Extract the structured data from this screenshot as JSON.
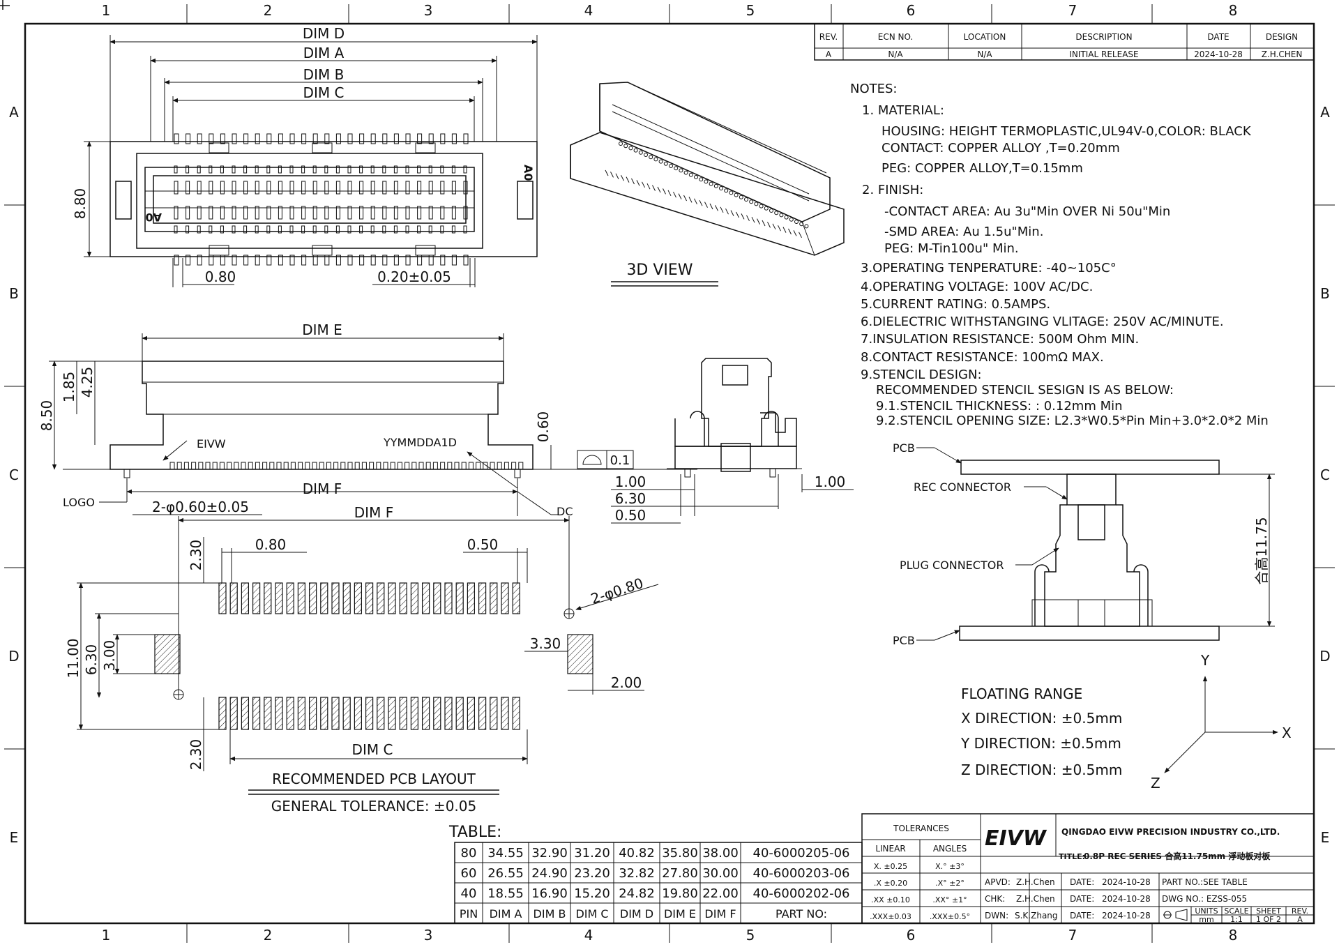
{
  "grid": {
    "cols": [
      "1",
      "2",
      "3",
      "4",
      "5",
      "6",
      "7",
      "8"
    ],
    "rows": [
      "A",
      "B",
      "C",
      "D",
      "E"
    ]
  },
  "revision": {
    "headers": [
      "REV.",
      "ECN NO.",
      "LOCATION",
      "DESCRIPTION",
      "DATE",
      "DESIGN"
    ],
    "row": [
      "A",
      "N/A",
      "N/A",
      "INITIAL RELEASE",
      "2024-10-28",
      "Z.H.CHEN"
    ]
  },
  "notes": {
    "title": "NOTES:",
    "lines": [
      "1. MATERIAL:",
      "HOUSING: HEIGHT TERMOPLASTIC,UL94V-0,COLOR: BLACK",
      "CONTACT: COPPER ALLOY ,T=0.20mm",
      "PEG: COPPER ALLOY,T=0.15mm",
      "2. FINISH:",
      "-CONTACT AREA: Au 3u\"Min OVER Ni 50u\"Min",
      "-SMD AREA: Au 1.5u\"Min.",
      "PEG: M-Tin100u\" Min.",
      "3.OPERATING TENPERATURE: -40~105C°",
      "4.OPERATING VOLTAGE: 100V AC/DC.",
      "5.CURRENT RATING: 0.5AMPS.",
      "6.DIELECTRIC WITHSTANGING VLITAGE: 250V AC/MINUTE.",
      "7.INSULATION RESISTANCE: 500M Ohm MIN.",
      "8.CONTACT RESISTANCE: 100mΩ MAX.",
      "9.STENCIL DESIGN:",
      "RECOMMENDED STENCIL SESIGN IS AS BELOW:",
      "9.1.STENCIL THICKNESS: : 0.12mm Min",
      "9.2.STENCIL OPENING SIZE: L2.3*W0.5*Pin Min+3.0*2.0*2 Min"
    ]
  },
  "top_view": {
    "dims": [
      "DIM D",
      "DIM A",
      "DIM B",
      "DIM C"
    ],
    "height": "8.80",
    "pitch": "0.80",
    "width": "0.20±0.05",
    "mark_a": "A0",
    "mark_b": "A0"
  },
  "view_3d": {
    "label": "3D VIEW"
  },
  "side_view": {
    "dim_e": "DIM E",
    "dim_f1": "DIM F",
    "dim_f2": "DIM F",
    "h1": "8.50",
    "h2": "1.85",
    "h3": "4.25",
    "h4": "0.60",
    "logo_text": "EIVW",
    "date_code": "YYMMDDA1D",
    "logo_label": "LOGO",
    "peg": "2-φ0.60±0.05",
    "dc": "DC",
    "flatness": "0.1"
  },
  "end_view": {
    "d1": "1.00",
    "d2": "6.30",
    "d3": "0.50",
    "d4": "1.00"
  },
  "pcb_layout": {
    "d230a": "2.30",
    "d080": "0.80",
    "d050": "0.50",
    "hole": "2-φ0.80",
    "d1100": "11.00",
    "d630": "6.30",
    "d300": "3.00",
    "d330": "3.30",
    "d200": "2.00",
    "d230b": "2.30",
    "dim_c": "DIM C",
    "title": "RECOMMENDED PCB LAYOUT",
    "tolerance": "GENERAL TOLERANCE: ±0.05"
  },
  "stack": {
    "pcb_top": "PCB",
    "rec": "REC CONNECTOR",
    "plug": "PLUG CONNECTOR",
    "pcb_bottom": "PCB",
    "height": "合高11.75"
  },
  "floating": {
    "title": "FLOATING RANGE",
    "x": "X DIRECTION: ±0.5mm",
    "y": "Y DIRECTION: ±0.5mm",
    "z": "Z DIRECTION: ±0.5mm",
    "axis_x": "X",
    "axis_y": "Y",
    "axis_z": "Z"
  },
  "table": {
    "caption": "TABLE:",
    "rows": [
      [
        "80",
        "34.55",
        "32.90",
        "31.20",
        "40.82",
        "35.80",
        "38.00",
        "40-6000205-06"
      ],
      [
        "60",
        "26.55",
        "24.90",
        "23.20",
        "32.82",
        "27.80",
        "30.00",
        "40-6000203-06"
      ],
      [
        "40",
        "18.55",
        "16.90",
        "15.20",
        "24.82",
        "19.80",
        "22.00",
        "40-6000202-06"
      ]
    ],
    "header": [
      "PIN",
      "DIM A",
      "DIM B",
      "DIM C",
      "DIM D",
      "DIM E",
      "DIM F",
      "PART NO:"
    ]
  },
  "title_block": {
    "tolerances": "TOLERANCES",
    "linear": "LINEAR",
    "angles": "ANGLES",
    "tol_rows": [
      [
        "X. ±0.25",
        "X.° ±3°"
      ],
      [
        ".X ±0.20",
        ".X° ±2°"
      ],
      [
        ".XX ±0.10",
        ".XX° ±1°"
      ],
      [
        ".XXX±0.03",
        ".XXX±0.5°"
      ]
    ],
    "logo": "EIVW",
    "company": "QINGDAO EIVW PRECISION INDUSTRY CO.,LTD.",
    "title_label": "TITLE:",
    "title": "0.8P REC SERIES 合高11.75mm 浮动板对板",
    "apvd": "APVD:",
    "apvd_name": "Z.H.Chen",
    "chk": "CHK:",
    "chk_name": "Z.H.Chen",
    "dwn": "DWN:",
    "dwn_name": "S.K.Zhang",
    "date_label": "DATE:",
    "date": "2024-10-28",
    "part_no": "PART NO.:SEE TABLE",
    "dwg_no": "DWG NO.:    EZSS-055",
    "units": "UNITS",
    "units_v": "mm",
    "scale": "SCALE",
    "scale_v": "1:1",
    "sheet": "SHEET",
    "sheet_v": "1 OF 2",
    "rev": "REV.",
    "rev_v": "A"
  }
}
